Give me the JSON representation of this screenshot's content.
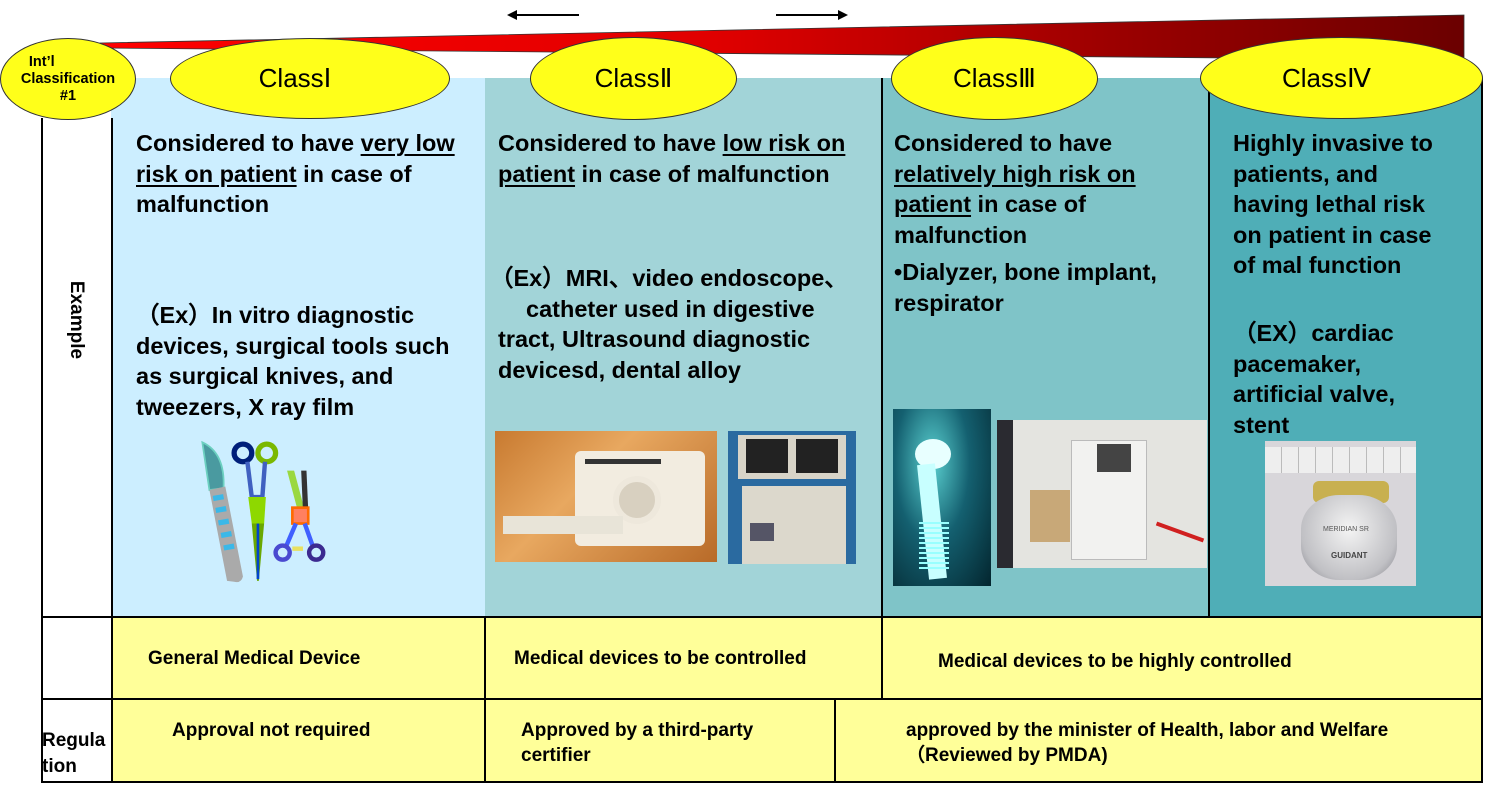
{
  "header": {
    "risk_arrow_left": "←",
    "risk_arrow_right": "→",
    "intl_label_line1": "Int’l",
    "intl_label_line2": "Classification",
    "intl_label_line3": "#1"
  },
  "row_labels": {
    "example": "Example",
    "regulation_line1": "Regula",
    "regulation_line2": "tion"
  },
  "colors": {
    "oval": "#ffff1a",
    "class1_bg": "#cceeff",
    "class2_bg": "#a2d4d8",
    "class3_bg": "#7fc4c8",
    "class4_bg": "#4faeb7",
    "regulation_bg": "#ffff99",
    "wedge_start": "#ff0000",
    "wedge_end": "#6b0000"
  },
  "classes": [
    {
      "name": "ClassⅠ",
      "desc_pre": "Considered to have ",
      "desc_underline": "very low risk on patient",
      "desc_post": " in case of malfunction",
      "example": "（Ex）In vitro diagnostic devices, surgical tools such as surgical knives, and tweezers, X ray film",
      "images": [
        "surgical-tools-illustration"
      ]
    },
    {
      "name": "ClassⅡ",
      "desc_pre": "Considered to have ",
      "desc_underline": "low risk on patient",
      "desc_post": " in case of malfunction",
      "example_line1": "（Ex）MRI、video endoscope、",
      "example_line2": "catheter used in digestive tract, Ultrasound diagnostic devicesd, dental alloy",
      "images": [
        "mri-scanner-photo",
        "ultrasound-machine-photo"
      ]
    },
    {
      "name": "ClassⅢ",
      "desc_pre": "Considered to have ",
      "desc_underline": "relatively high risk on patient",
      "desc_post": " in case of malfunction",
      "example": "•Dialyzer, bone implant, respirator",
      "images": [
        "hip-implant-xray-photo",
        "dialysis-machine-photo"
      ]
    },
    {
      "name": "ClassⅣ",
      "desc": "Highly invasive to patients, and having lethal risk on patient in case of mal function",
      "example": "（EX）cardiac pacemaker, artificial valve, stent",
      "images": [
        "pacemaker-photo"
      ],
      "pacemaker_label_brand": "MERIDIAN SR",
      "pacemaker_label_maker": "GUIDANT"
    }
  ],
  "regulation": {
    "category_row": [
      "General Medical Device",
      "Medical devices to be controlled",
      "Medical devices to be highly controlled"
    ],
    "approval_row": [
      "Approval not required",
      "Approved by a third-party certifier",
      "approved by the minister of Health, labor and Welfare（Reviewed by PMDA)"
    ]
  }
}
